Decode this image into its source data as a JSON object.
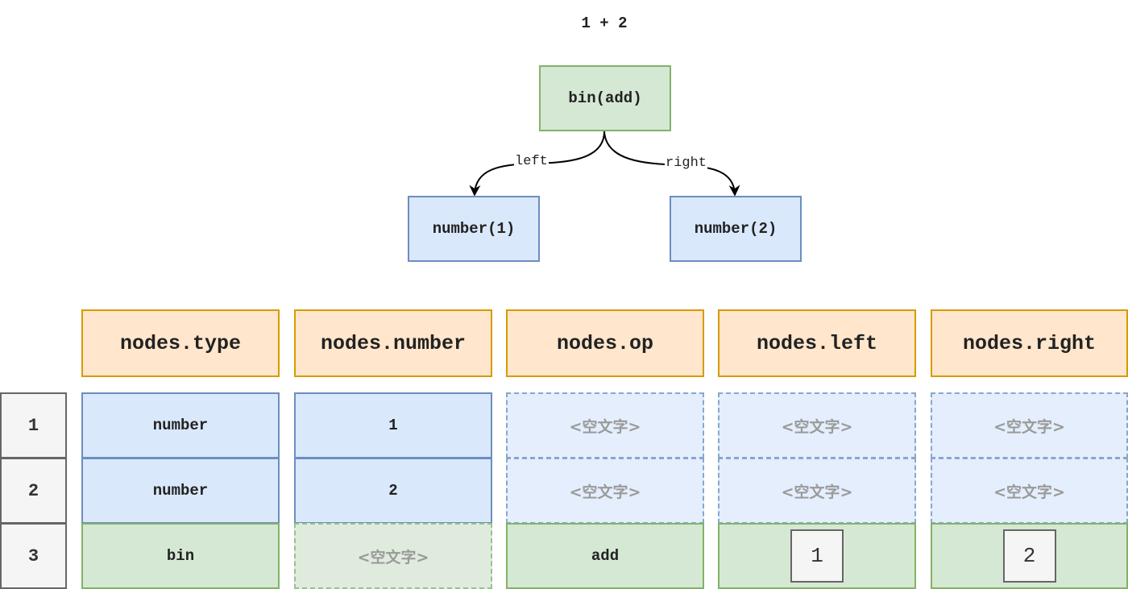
{
  "expression": "1 + 2",
  "tree": {
    "root": "bin(add)",
    "left_child": "number(1)",
    "right_child": "number(2)",
    "edge_left": "left",
    "edge_right": "right"
  },
  "table": {
    "columns": [
      "nodes.type",
      "nodes.number",
      "nodes.op",
      "nodes.left",
      "nodes.right"
    ],
    "row_indices": [
      "1",
      "2",
      "3"
    ],
    "rows": [
      [
        "number",
        "1",
        "<空文字>",
        "<空文字>",
        "<空文字>"
      ],
      [
        "number",
        "2",
        "<空文字>",
        "<空文字>",
        "<空文字>"
      ],
      [
        "bin",
        "<空文字>",
        "add",
        "1",
        "2"
      ]
    ]
  },
  "colors": {
    "header_fill": "#ffe6cc",
    "header_stroke": "#d79b00",
    "blue_fill": "#dae8fc",
    "blue_stroke": "#6c8ebf",
    "green_fill": "#d5e8d4",
    "green_stroke": "#82b366",
    "index_fill": "#f5f5f5",
    "index_stroke": "#666666"
  }
}
